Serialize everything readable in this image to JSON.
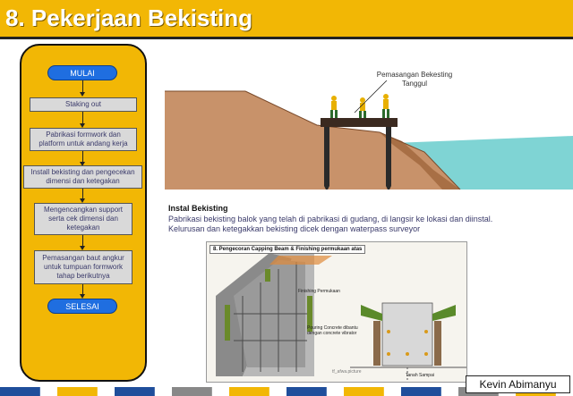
{
  "header": {
    "title": "8. Pekerjaan Bekisting"
  },
  "flowchart": {
    "start": "MULAI",
    "steps": [
      "Staking out",
      "Pabrikasi formwork dan platform untuk andang kerja",
      "Install bekisting dan pengecekan dimensi dan ketegakan",
      "Mengencangkan support serta cek dimensi dan ketegakan",
      "Pemasangan baut angkur untuk tumpuan formwork tahap berikutnya"
    ],
    "end": "SELESAI"
  },
  "illustration": {
    "annotation": "Pemasangan Bekesting Tanggul"
  },
  "description": {
    "heading": "Instal Bekisting",
    "body": "Pabrikasi bekisting balok yang telah di pabrikasi di gudang, di langsir ke lokasi dan diinstal. Kelurusan dan ketegakkan bekisting dicek dengan waterpass surveyor"
  },
  "photo": {
    "title": "8. Pengecoran Capping Beam & Finishing permukaan atas",
    "label_finishing": "Finishing Permukaan",
    "label_pouring": "Pouring Concrete dibantu dengan concrete vibrator",
    "watermark": "tf_afwa.picture",
    "label_ground": "Tanah Sampai"
  },
  "footer": {
    "author": "Kevin Abimanyu",
    "strip_colors": [
      "#1f4e9b",
      "#f2b705",
      "#1f4e9b",
      "#888888",
      "#f2b705",
      "#1f4e9b",
      "#f2b705",
      "#1f4e9b",
      "#888888",
      "#f2b705"
    ]
  },
  "colors": {
    "accent": "#f2b705",
    "terminal": "#1f6ee0",
    "water": "#7fd4d4",
    "soil": "#c8926a"
  }
}
